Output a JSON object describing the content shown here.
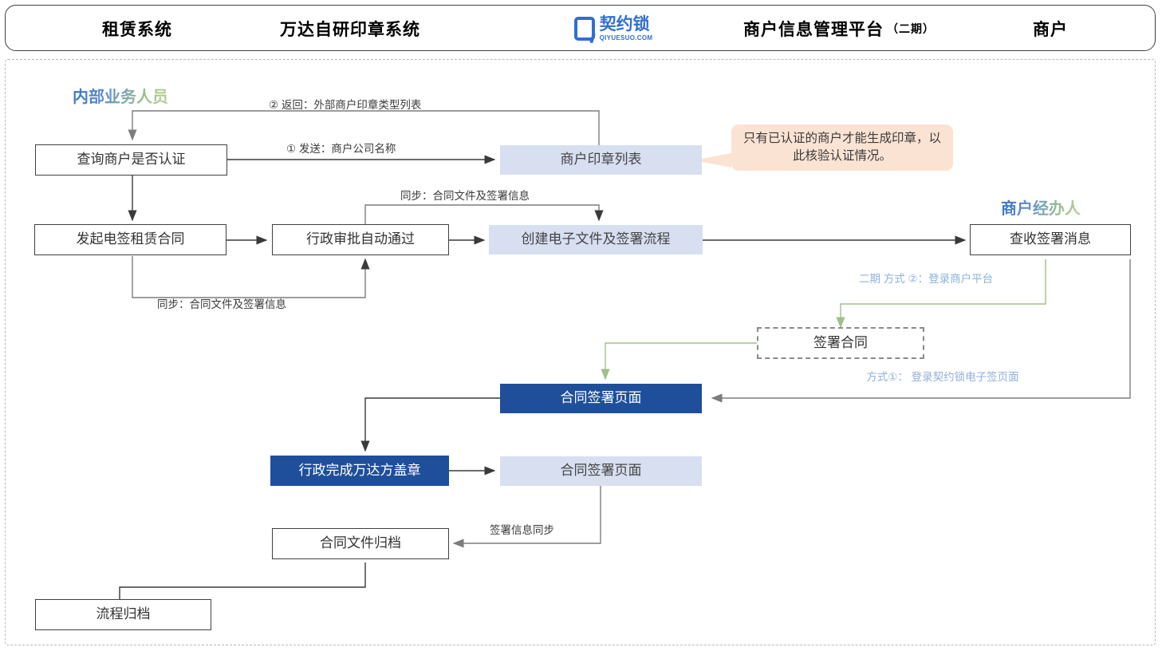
{
  "header": {
    "lanes": [
      {
        "id": "lane-rental",
        "label": "租赁系统",
        "type": "text"
      },
      {
        "id": "lane-seal",
        "label": "万达自研印章系统",
        "type": "text"
      },
      {
        "id": "lane-qiyuesuo",
        "label": "契约锁",
        "sublabel": "QIYUESUO.COM",
        "type": "logo",
        "icon": "qiyuesuo-logo-icon",
        "color": "#2f6fd0"
      },
      {
        "id": "lane-merchant-info",
        "label": "商户信息管理平台",
        "suffix": "（二期）",
        "type": "text"
      },
      {
        "id": "lane-merchant",
        "label": "商户",
        "type": "text"
      }
    ]
  },
  "roles": [
    {
      "id": "role-internal",
      "label": "内部业务人员"
    },
    {
      "id": "role-merchant-agent",
      "label": "商户经办人"
    }
  ],
  "nodes": [
    {
      "id": "n-verify",
      "label": "查询商户是否认证",
      "style": "white"
    },
    {
      "id": "n-seal-list",
      "label": "商户印章列表",
      "style": "lightblue"
    },
    {
      "id": "n-init-contract",
      "label": "发起电签租赁合同",
      "style": "white"
    },
    {
      "id": "n-auto-approve",
      "label": "行政审批自动通过",
      "style": "white"
    },
    {
      "id": "n-create-flow",
      "label": "创建电子文件及签署流程",
      "style": "lightblue"
    },
    {
      "id": "n-receive-msg",
      "label": "查收签署消息",
      "style": "white"
    },
    {
      "id": "n-sign-contract",
      "label": "签署合同",
      "style": "dashed"
    },
    {
      "id": "n-sign-page-dark",
      "label": "合同签署页面",
      "style": "darkblue"
    },
    {
      "id": "n-wanda-seal",
      "label": "行政完成万达方盖章",
      "style": "darkblue"
    },
    {
      "id": "n-sign-page-light",
      "label": "合同签署页面",
      "style": "lightblue"
    },
    {
      "id": "n-archive-file",
      "label": "合同文件归档",
      "style": "white"
    },
    {
      "id": "n-archive-flow",
      "label": "流程归档",
      "style": "white"
    }
  ],
  "edge_labels": [
    {
      "id": "el-return-seal-types",
      "text": "② 返回：外部商户印章类型列表",
      "tone": "dark"
    },
    {
      "id": "el-send-company-name",
      "text": "① 发送：商户公司名称",
      "tone": "dark"
    },
    {
      "id": "el-sync-top",
      "text": "同步：合同文件及签署信息",
      "tone": "dark"
    },
    {
      "id": "el-sync-bottom",
      "text": "同步：合同文件及签署信息",
      "tone": "dark"
    },
    {
      "id": "el-phase2-method2",
      "text": "二期 方式 ②：登录商户平台",
      "tone": "blue"
    },
    {
      "id": "el-method1",
      "text": "方式①： 登录契约锁电子签页面",
      "tone": "blue"
    },
    {
      "id": "el-sync-sign-info",
      "text": "签署信息同步",
      "tone": "dark"
    }
  ],
  "callout": {
    "id": "callout-auth-note",
    "text": "只有已认证的商户才能生成印章，以此核验认证情况。",
    "color": "#fbe3d4"
  },
  "colors": {
    "dark_blue": "#1f4e9b",
    "light_blue": "#d7dff1",
    "callout_peach": "#fbe3d4",
    "green_line": "#9ec08a",
    "gray_line": "#7d7d7d",
    "black_line": "#3a3a3a",
    "label_blue": "#8fb0dd"
  }
}
